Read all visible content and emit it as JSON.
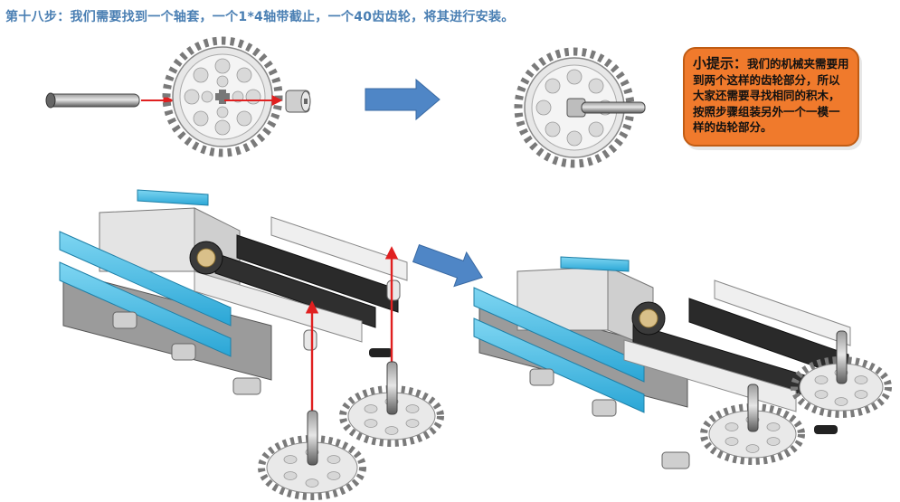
{
  "title": "第十八步：我们需要找到一个轴套，一个1*4轴带截止，一个40齿齿轮，将其进行安装。",
  "tip": {
    "heading": "小提示：",
    "body": "我们的机械夹需要用到两个这样的齿轮部分，所以大家还需要寻找相同的积木，按照步骤组装另外一个一模一样的齿轮部分。"
  },
  "colors": {
    "title": "#4a7fb3",
    "tip_background": "#f07a2c",
    "tip_border": "#c05c14",
    "arrow_red": "#e02020",
    "flow_arrow": "#4f86c6",
    "beam_blue": "#40b8e0",
    "beam_black": "#2a2a2a",
    "part_gray": "#c8c8c8"
  },
  "icons": [
    "axle-icon",
    "gear-40-icon",
    "bushing-icon",
    "flow-arrow-icon",
    "red-arrow-icon"
  ]
}
